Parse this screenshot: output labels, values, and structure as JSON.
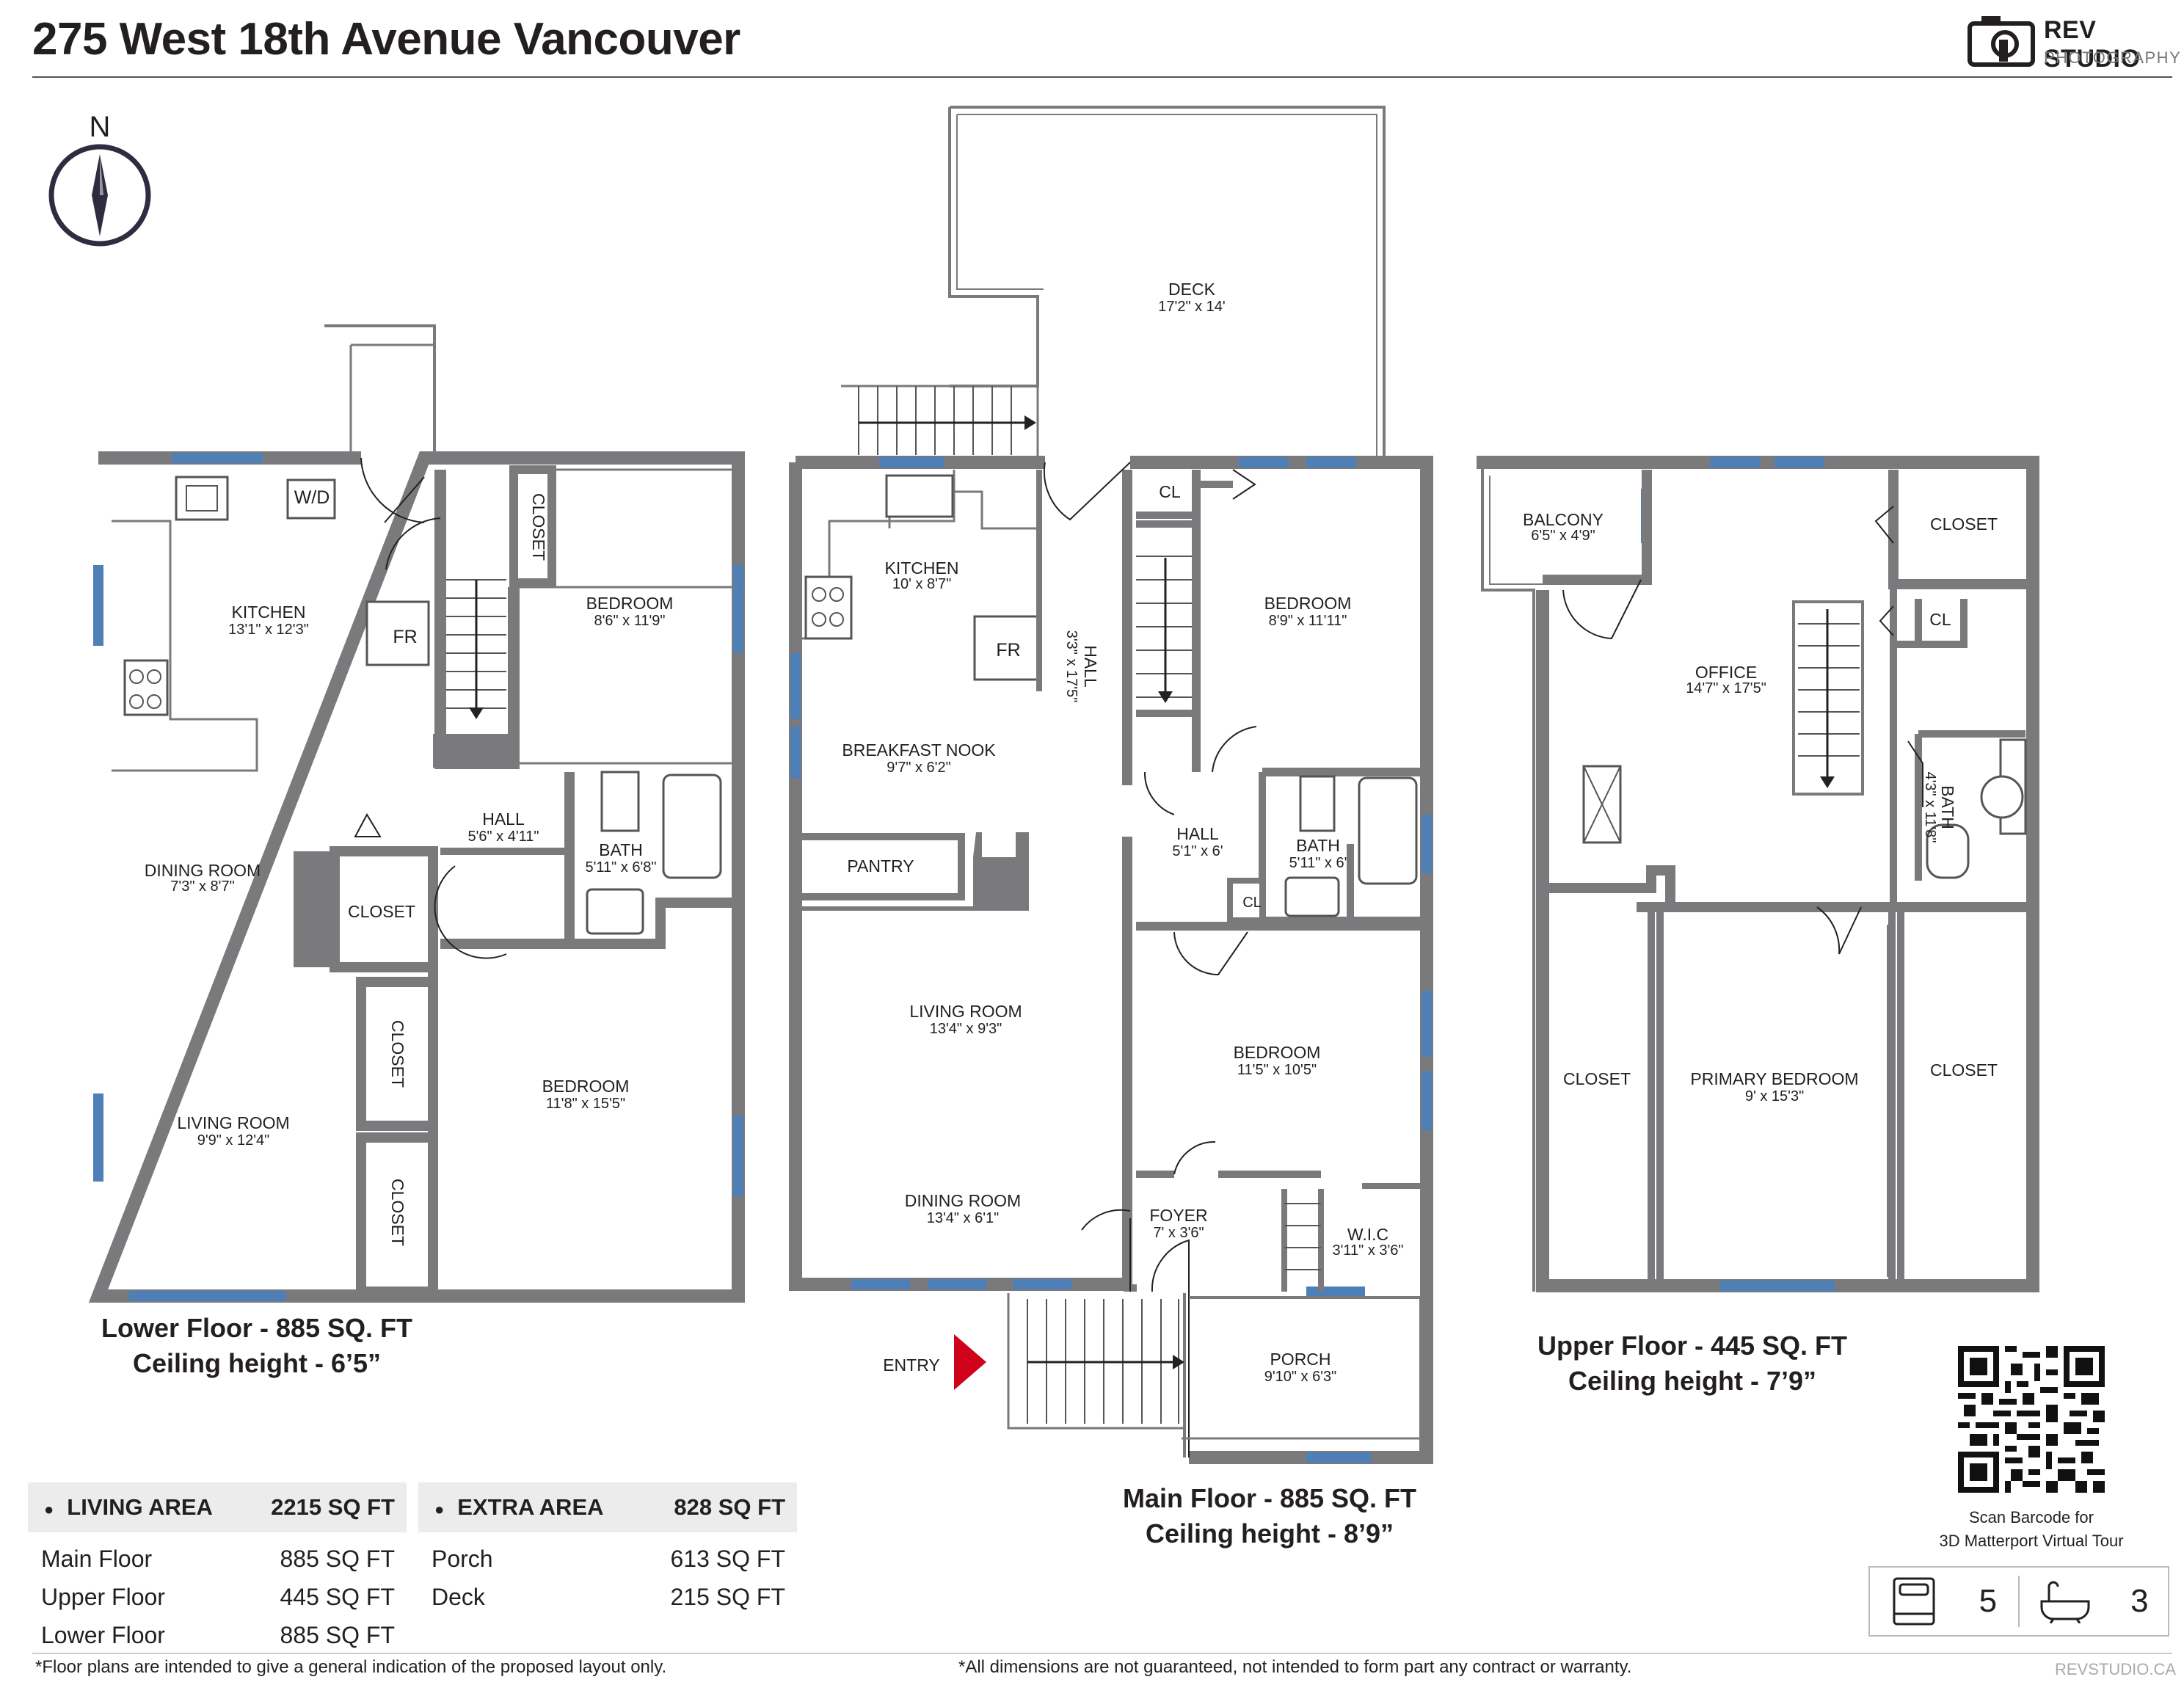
{
  "header": {
    "title": "275 West 18th Avenue Vancouver",
    "brand": "REV STUDIO",
    "brand_sub": "PHOTOGRAPHY"
  },
  "compass": {
    "label": "N"
  },
  "colors": {
    "wall": "#7a7a7c",
    "window": "#4f7fb7",
    "entry_arrow": "#d0021b",
    "text": "#231f20"
  },
  "rooms": {
    "lower": {
      "kitchen": {
        "name": "KITCHEN",
        "dim": "13'1\" x 12'3\""
      },
      "wd": "W/D",
      "fr": "FR",
      "closet_top": "CLOSET",
      "bedroom_top": {
        "name": "BEDROOM",
        "dim": "8'6\" x 11'9\""
      },
      "hall": {
        "name": "HALL",
        "dim": "5'6\" x 4'11\""
      },
      "bath": {
        "name": "BATH",
        "dim": "5'11\" x 6'8\""
      },
      "dining": {
        "name": "DINING ROOM",
        "dim": "7'3\" x 8'7\""
      },
      "closet_a": "CLOSET",
      "closet_b": "CLOSET",
      "closet_c": "CLOSET",
      "living": {
        "name": "LIVING ROOM",
        "dim": "9'9\" x 12'4\""
      },
      "bedroom_bottom": {
        "name": "BEDROOM",
        "dim": "11'8\" x 15'5\""
      }
    },
    "main": {
      "deck": {
        "name": "DECK",
        "dim": "17'2\" x 14'"
      },
      "kitchen": {
        "name": "KITCHEN",
        "dim": "10' x 8'7\""
      },
      "fr": "FR",
      "hall_v": {
        "name": "HALL",
        "dim": "3'3\" x 17'5\""
      },
      "nook": {
        "name": "BREAKFAST NOOK",
        "dim": "9'7\" x 6'2\""
      },
      "pantry": "PANTRY",
      "cl_top": "CL",
      "bedroom_top": {
        "name": "BEDROOM",
        "dim": "8'9\" x 11'11\""
      },
      "hall": {
        "name": "HALL",
        "dim": "5'1\" x 6'"
      },
      "bath": {
        "name": "BATH",
        "dim": "5'11\" x 6'"
      },
      "cl_small": "CL",
      "living": {
        "name": "LIVING ROOM",
        "dim": "13'4\" x 9'3\""
      },
      "bedroom_mid": {
        "name": "BEDROOM",
        "dim": "11'5\" x 10'5\""
      },
      "dining": {
        "name": "DINING ROOM",
        "dim": "13'4\" x 6'1\""
      },
      "foyer": {
        "name": "FOYER",
        "dim": "7' x 3'6\""
      },
      "wic": {
        "name": "W.I.C",
        "dim": "3'11\" x 3'6\""
      },
      "porch": {
        "name": "PORCH",
        "dim": "9'10\" x 6'3\""
      },
      "entry": "ENTRY"
    },
    "upper": {
      "balcony": {
        "name": "BALCONY",
        "dim": "6'5\" x 4'9\""
      },
      "closet_top": "CLOSET",
      "cl": "CL",
      "office": {
        "name": "OFFICE",
        "dim": "14'7\" x 17'5\""
      },
      "bath": {
        "name": "BATH",
        "dim": "4'3\" x 11'8\""
      },
      "closet_left": "CLOSET",
      "primary": {
        "name": "PRIMARY BEDROOM",
        "dim": "9' x 15'3\""
      },
      "closet_right": "CLOSET"
    }
  },
  "captions": {
    "lower": {
      "line1": "Lower Floor - 885 SQ. FT",
      "line2": "Ceiling height - 6’5”"
    },
    "main": {
      "line1": "Main Floor - 885 SQ. FT",
      "line2": "Ceiling height - 8’9”"
    },
    "upper": {
      "line1": "Upper Floor - 445 SQ. FT",
      "line2": "Ceiling height - 7’9”"
    }
  },
  "living_area": {
    "label": "LIVING AREA",
    "total": "2215 SQ FT",
    "rows": [
      {
        "name": "Main Floor",
        "value": "885 SQ FT"
      },
      {
        "name": "Upper Floor",
        "value": "445 SQ FT"
      },
      {
        "name": "Lower Floor",
        "value": "885 SQ FT"
      }
    ]
  },
  "extra_area": {
    "label": "EXTRA AREA",
    "total": "828 SQ FT",
    "rows": [
      {
        "name": "Porch",
        "value": "613 SQ FT"
      },
      {
        "name": "Deck",
        "value": "215 SQ FT"
      }
    ]
  },
  "qr_caption": {
    "line1": "Scan Barcode for",
    "line2": "3D Matterport Virtual Tour"
  },
  "stats": {
    "bedrooms": "5",
    "bathrooms": "3",
    "bed_icon": "bed-icon",
    "bath_icon": "bathtub-icon"
  },
  "footer": {
    "left": "*Floor plans are intended to give a general indication of the proposed layout only.",
    "middle": "*All dimensions are not guaranteed, not intended to form part any contract or warranty.",
    "right": "REVSTUDIO.CA"
  }
}
